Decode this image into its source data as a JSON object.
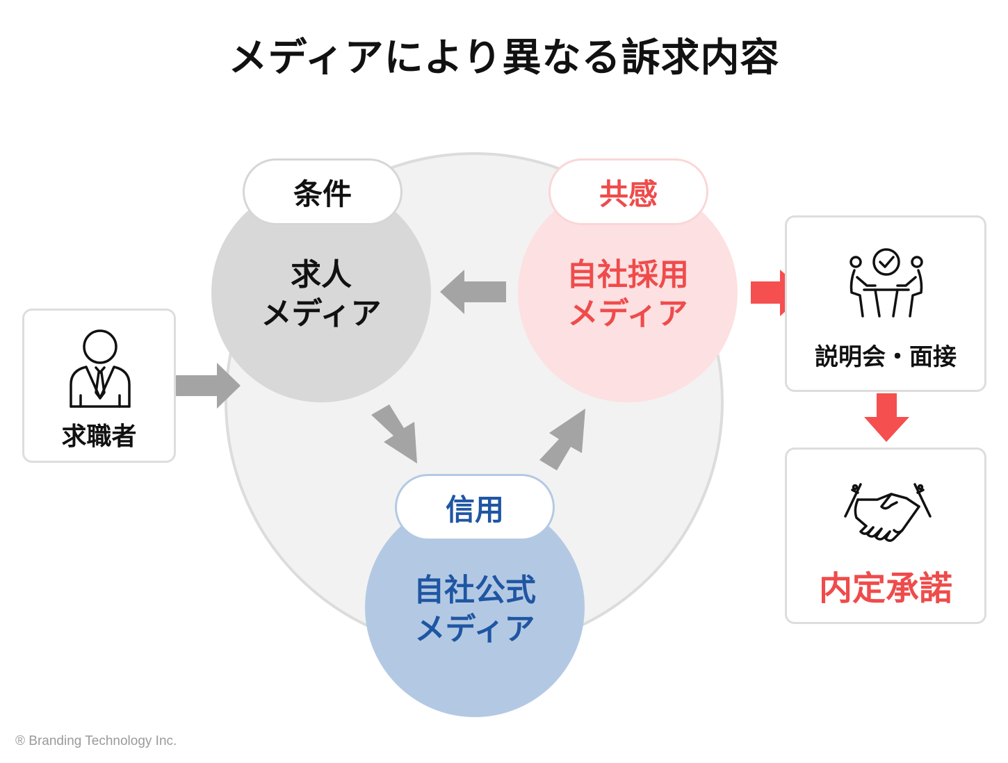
{
  "title": "メディアにより異なる訴求内容",
  "colors": {
    "gray_circle": "#d8d8d8",
    "pink_circle": "#fde0e1",
    "blue_circle": "#b3c9e3",
    "gray_arrow": "#a4a4a4",
    "red_arrow": "#f54f4f",
    "red_text": "#ef4b4b",
    "blue_text": "#1f56a3",
    "big_circle_bg": "#f2f2f2"
  },
  "job_seeker": {
    "label": "求職者",
    "icon": "businessman-icon"
  },
  "job_media": {
    "tag": "条件",
    "line1": "求人",
    "line2": "メディア"
  },
  "recruit_media": {
    "tag": "共感",
    "line1": "自社採用",
    "line2": "メディア"
  },
  "official_media": {
    "tag": "信用",
    "line1": "自社公式",
    "line2": "メディア"
  },
  "briefing": {
    "label": "説明会・面接",
    "icon": "meeting-icon"
  },
  "offer": {
    "label": "内定承諾",
    "icon": "handshake-icon"
  },
  "copyright": "® Branding Technology Inc."
}
